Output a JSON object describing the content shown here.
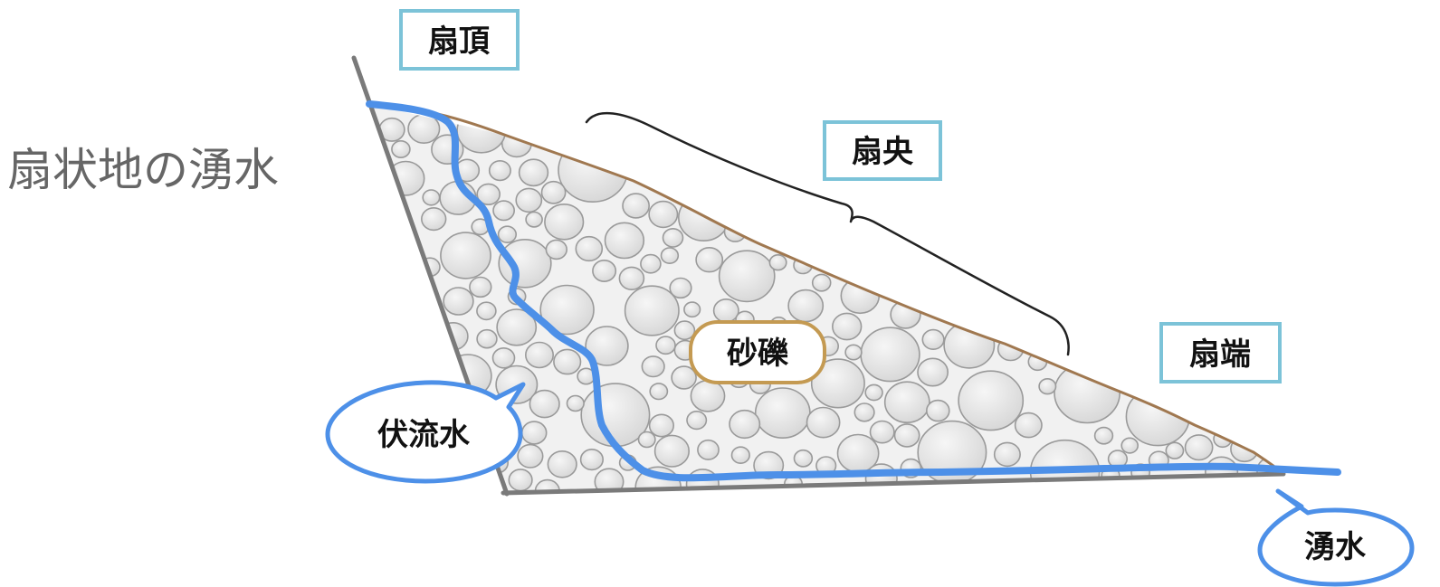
{
  "title": "扇状地の湧水",
  "labels": {
    "apex": "扇頂",
    "middle": "扇央",
    "toe": "扇端",
    "gravel": "砂礫"
  },
  "bubbles": {
    "underflow": "伏流水",
    "spring": "湧水"
  },
  "colors": {
    "box_border": "#7cc3d8",
    "gravel_border": "#c49a52",
    "water": "#4d90e8",
    "surface": "#a07850",
    "ground": "#7a7a7a",
    "stone_fill": "#e4e4e4",
    "stone_stroke": "#9a9a9a"
  }
}
